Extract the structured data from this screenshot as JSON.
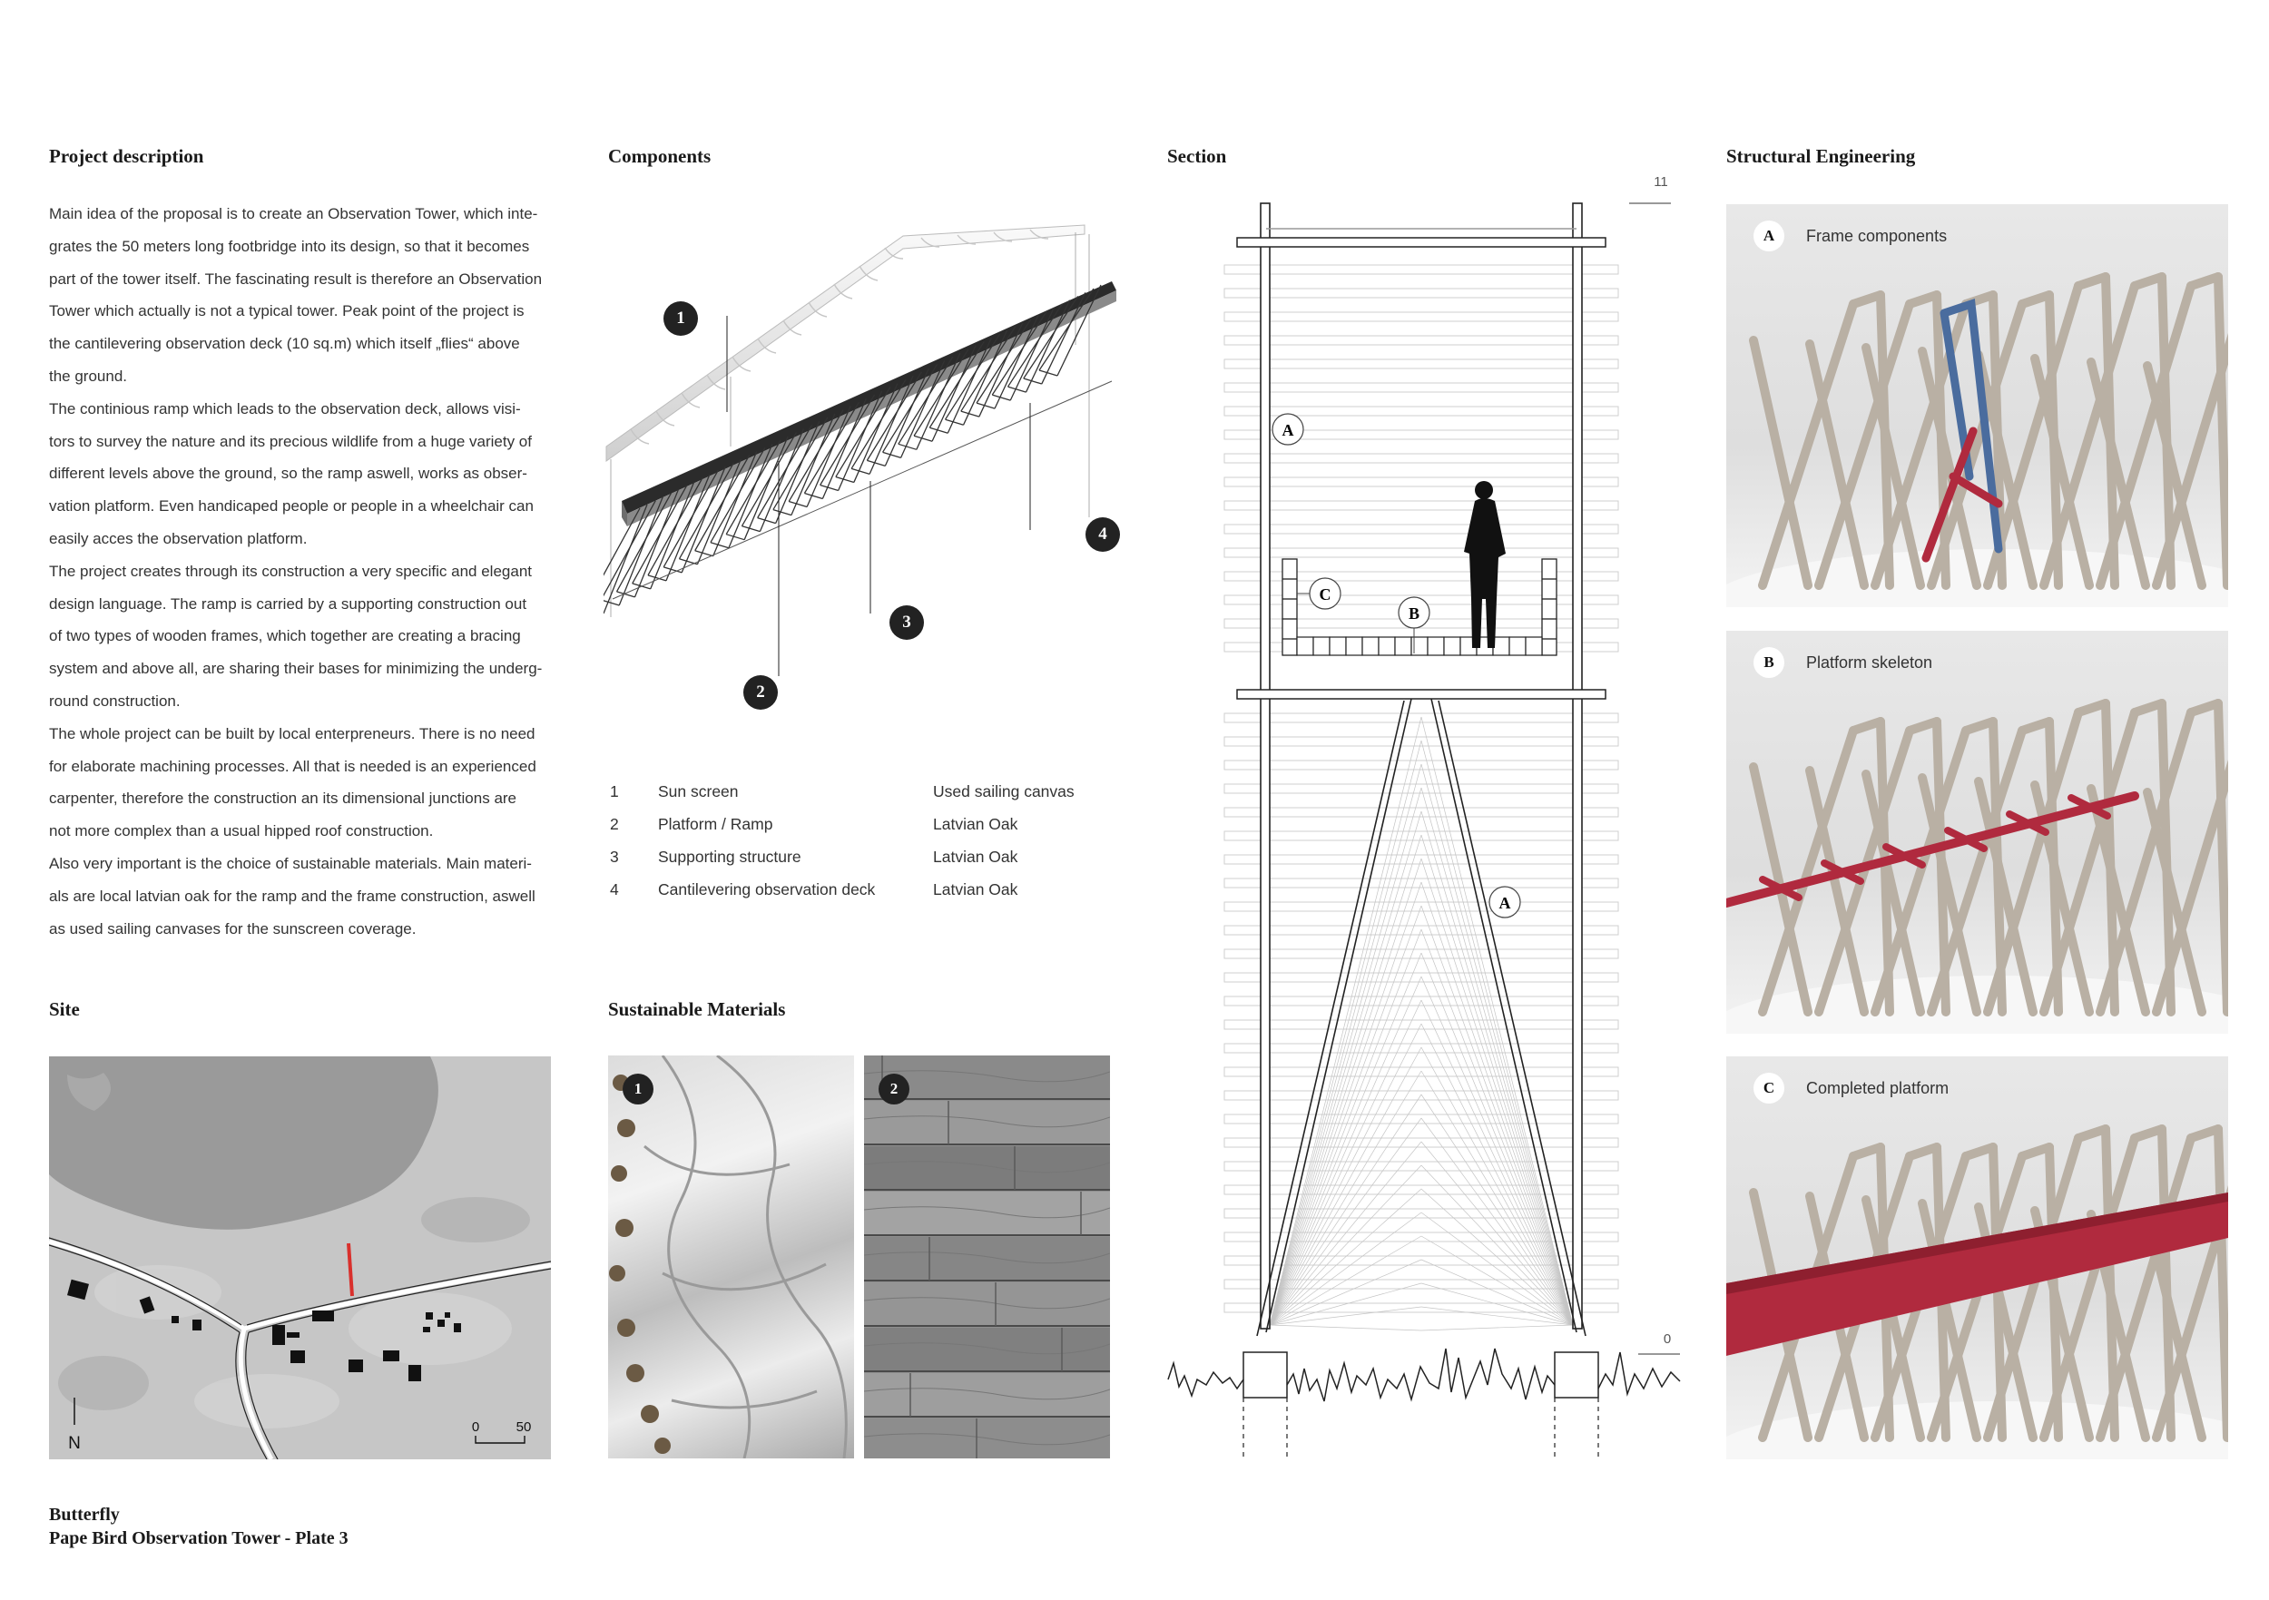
{
  "headings": {
    "project_description": "Project description",
    "components": "Components",
    "section": "Section",
    "structural_engineering": "Structural Engineering",
    "site": "Site",
    "sustainable_materials": "Sustainable Materials"
  },
  "description": [
    "Main idea of the proposal is to create an Observation Tower, which inte-",
    "grates the 50 meters long footbridge into its design, so that it becomes",
    "part of the tower itself. The fascinating result is therefore an Observation",
    "Tower which actually is not a typical tower. Peak point of the project is",
    "the cantilevering observation deck (10 sq.m) which itself „flies“ above",
    "the ground.",
    "The continious ramp which leads to the observation deck, allows visi-",
    "tors to survey the nature and its precious wildlife from a huge variety of",
    "different levels above the ground, so the ramp aswell, works as obser-",
    "vation platform. Even handicaped people or people in a wheelchair can",
    "easily acces the observation platform.",
    "The project creates through its construction a very specific and elegant",
    "design language. The ramp is carried by a supporting construction out",
    "of two types of wooden frames, which together are creating a bracing",
    "system and above all, are sharing their bases for minimizing the underg-",
    "round construction.",
    "The whole project can be built by local enterpreneurs. There is no need",
    "for elaborate machining processes. All that is needed is an experienced",
    "carpenter, therefore the construction an its dimensional junctions are",
    "not more complex than a usual hipped roof construction.",
    "Also very important is the choice of sustainable materials. Main materi-",
    "als are local latvian oak for the ramp and the frame construction, aswell",
    "as used sailing canvases for the sunscreen coverage."
  ],
  "components": {
    "markers": [
      "1",
      "2",
      "3",
      "4"
    ],
    "rows": [
      {
        "num": "1",
        "name": "Sun screen",
        "material": "Used sailing canvas"
      },
      {
        "num": "2",
        "name": "Platform / Ramp",
        "material": "Latvian Oak"
      },
      {
        "num": "3",
        "name": "Supporting structure",
        "material": "Latvian Oak"
      },
      {
        "num": "4",
        "name": "Cantilevering observation deck",
        "material": "Latvian Oak"
      }
    ]
  },
  "section": {
    "top_level": "11",
    "bottom_level": "0",
    "labels": [
      "A",
      "C",
      "B",
      "A"
    ]
  },
  "site": {
    "north": "N",
    "scale_start": "0",
    "scale_end": "50",
    "marker_color": "#d9302c"
  },
  "materials": {
    "badges": [
      "1",
      "2"
    ]
  },
  "structural": [
    {
      "letter": "A",
      "caption": "Frame components"
    },
    {
      "letter": "B",
      "caption": "Platform skeleton"
    },
    {
      "letter": "C",
      "caption": "Completed platform"
    }
  ],
  "colors": {
    "accent_red": "#b02a3e",
    "accent_blue": "#4a6c9e",
    "wood": "#b9b0a4"
  },
  "footer": {
    "line1": "Butterfly",
    "line2": "Pape Bird Observation Tower - Plate 3"
  }
}
